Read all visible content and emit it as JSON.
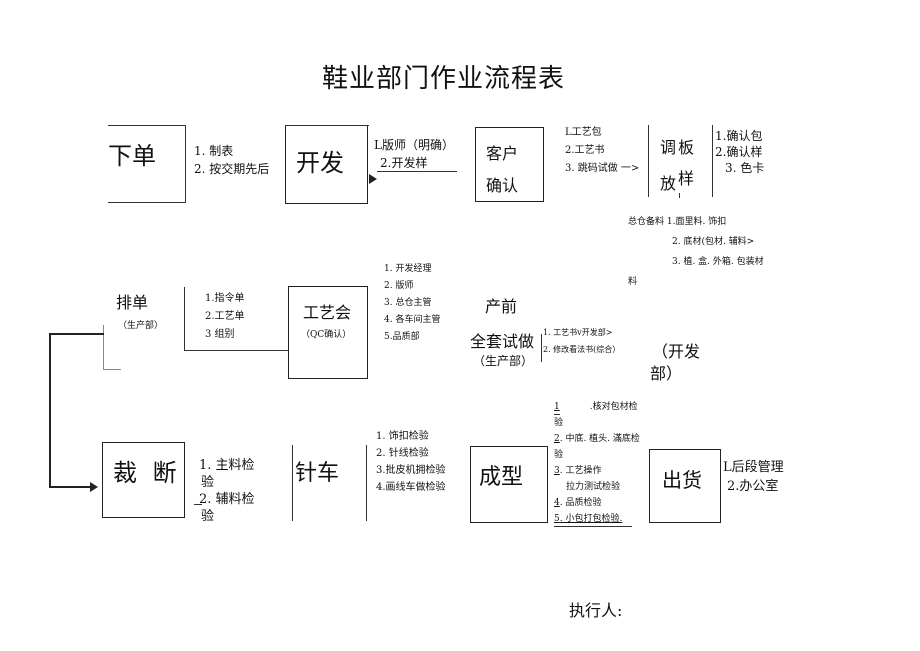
{
  "title": "鞋业部门作业流程表",
  "row1": {
    "xiadan": {
      "label": "下单",
      "steps": [
        "1. 制表",
        "2. 按交期先后"
      ]
    },
    "kaifa": {
      "label": "开发",
      "steps": [
        "L版师（明确）",
        "2.开发样"
      ]
    },
    "kehu": {
      "label_line1": "客户",
      "label_line2": "确认",
      "steps": [
        "L工艺包",
        "2.工艺书",
        "3. 跳码试做 一>"
      ]
    },
    "tiaoban": {
      "c1": "调",
      "c2": "板",
      "c3": "放",
      "c4": "样",
      "steps": [
        "1.确认包",
        "2.确认样",
        "3. 色卡"
      ]
    }
  },
  "cangku": {
    "prefix": "总仓备料",
    "line1": "1.面里料. 饰扣",
    "line2": "2. 底材(包材. 辅料>",
    "line3": "3. 植. 盒. 外箱. 包装材",
    "line4": "料"
  },
  "row2": {
    "paidan": {
      "label": "排单",
      "sub": "（生产部）",
      "steps": [
        "1.指令单",
        "2.工艺单",
        "3 组别"
      ]
    },
    "gongyi": {
      "label": "工艺会",
      "sub": "（QC确认）",
      "steps": [
        "1. 开发经理",
        "2. 版师",
        "3. 总仓主管",
        "4. 各车间主管",
        "5.品质部"
      ]
    },
    "chanqian": {
      "line1": "产前",
      "line2": "全套试做",
      "sub": "（生产部）",
      "steps": [
        "1. 工艺书v开发部>",
        "2. 修改看法书(综合）"
      ]
    },
    "kaifabu": {
      "line1": "（开发",
      "line2": "部）"
    }
  },
  "row3": {
    "caiduan": {
      "label": "裁 断",
      "steps": [
        {
          "text": "1. 主料检",
          "cont": "验"
        },
        {
          "text": "2. 辅料检",
          "cont": "验"
        }
      ]
    },
    "zhenche": {
      "label": "针车",
      "steps": [
        "1. 饰扣检验",
        "2. 针线检验",
        "3.批皮机拥检验",
        "4.画线车做检验"
      ]
    },
    "chengxing": {
      "label": "成型",
      "steps": [
        {
          "num": "1",
          "text": ".核对包材检",
          "cont": "验"
        },
        {
          "num": "2",
          "text": ". 中底. 植头. 滿底检",
          "cont": "验"
        },
        {
          "num": "3",
          "text": ". 工艺操作",
          "cont": "拉力测试检验"
        },
        {
          "num": "4",
          "text": ". 品质检验",
          "cont": ""
        },
        {
          "num": "5",
          "text": ". 小包打包检验.",
          "cont": ""
        }
      ]
    },
    "chuhuo": {
      "label": "出货",
      "steps": [
        "L后段管理",
        "2.办公室"
      ]
    }
  },
  "footer": {
    "executor": "执行人:"
  },
  "colors": {
    "line": "#333333",
    "text": "#111111",
    "background": "#ffffff"
  }
}
